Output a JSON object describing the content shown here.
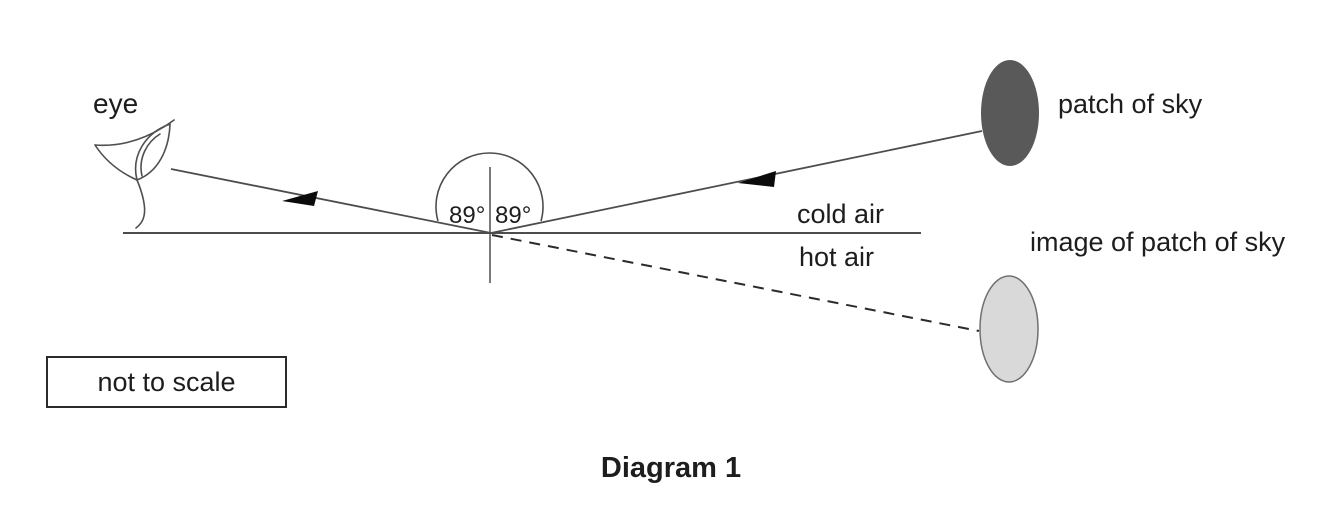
{
  "diagram": {
    "caption": "Diagram 1",
    "scale_note": "not to scale",
    "labels": {
      "eye": "eye",
      "patch_of_sky": "patch of sky",
      "image_of_patch_of_sky": "image of patch of sky",
      "cold_air": "cold air",
      "hot_air": "hot air"
    },
    "angles": {
      "left": "89°",
      "right": "89°"
    },
    "colors": {
      "line": "#4d4d4d",
      "patch_fill": "#595959",
      "image_fill": "#d9d9d9",
      "image_stroke": "#707070",
      "text": "#1d1d1d"
    }
  }
}
